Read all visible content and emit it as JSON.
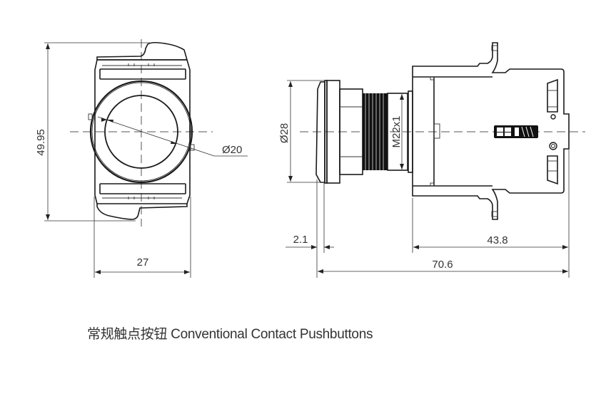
{
  "drawing": {
    "front_view": {
      "height_label": "49.95",
      "width_label": "27",
      "diameter_label": "Ø20"
    },
    "side_view": {
      "bezel_diameter_label": "Ø28",
      "thread_label": "M22x1",
      "bezel_thickness_label": "2.1",
      "body_length_label": "43.8",
      "overall_length_label": "70.6"
    }
  },
  "caption": {
    "text": "常规触点按钮 Conventional Contact Pushbuttons"
  }
}
